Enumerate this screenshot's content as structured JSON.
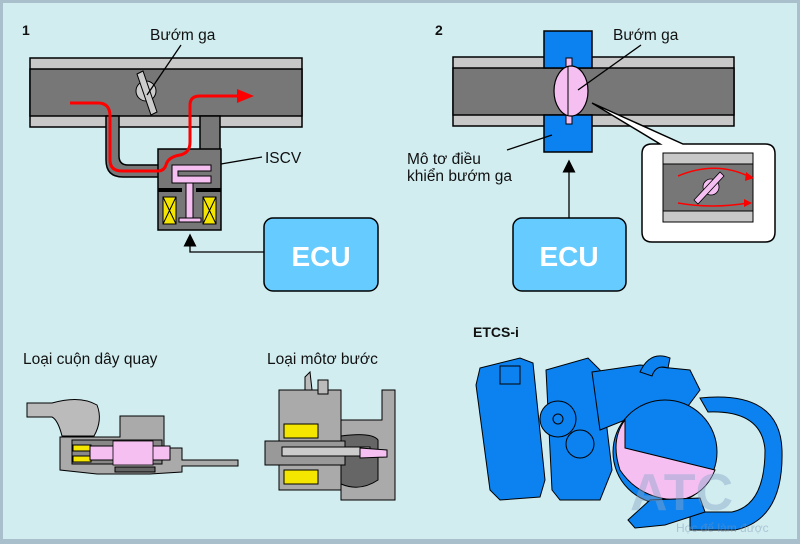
{
  "panel1": {
    "number": "1",
    "throttle_label": "Bướm ga",
    "iscv_label": "ISCV",
    "ecu_label": "ECU"
  },
  "panel2": {
    "number": "2",
    "throttle_label": "Bướm ga",
    "motor_label_line1": "Mô tơ điều",
    "motor_label_line2": "khiển bướm ga",
    "ecu_label": "ECU"
  },
  "bottom": {
    "rotary_label": "Loại cuộn dây quay",
    "stepper_label": "Loại môtơ bước",
    "etcs_label": "ETCS-i"
  },
  "watermark": {
    "logo": "ATC",
    "slogan": "Học để làm được"
  },
  "colors": {
    "background": "#d1edf0",
    "pipe_inner": "#777777",
    "pipe_wall": "#c8c8c8",
    "ecu_box": "#66ccff",
    "motor_blue": "#0b82f0",
    "valve_pink": "#f5bff2",
    "coil_yellow": "#f5e600",
    "flow_red": "#ff0000"
  }
}
